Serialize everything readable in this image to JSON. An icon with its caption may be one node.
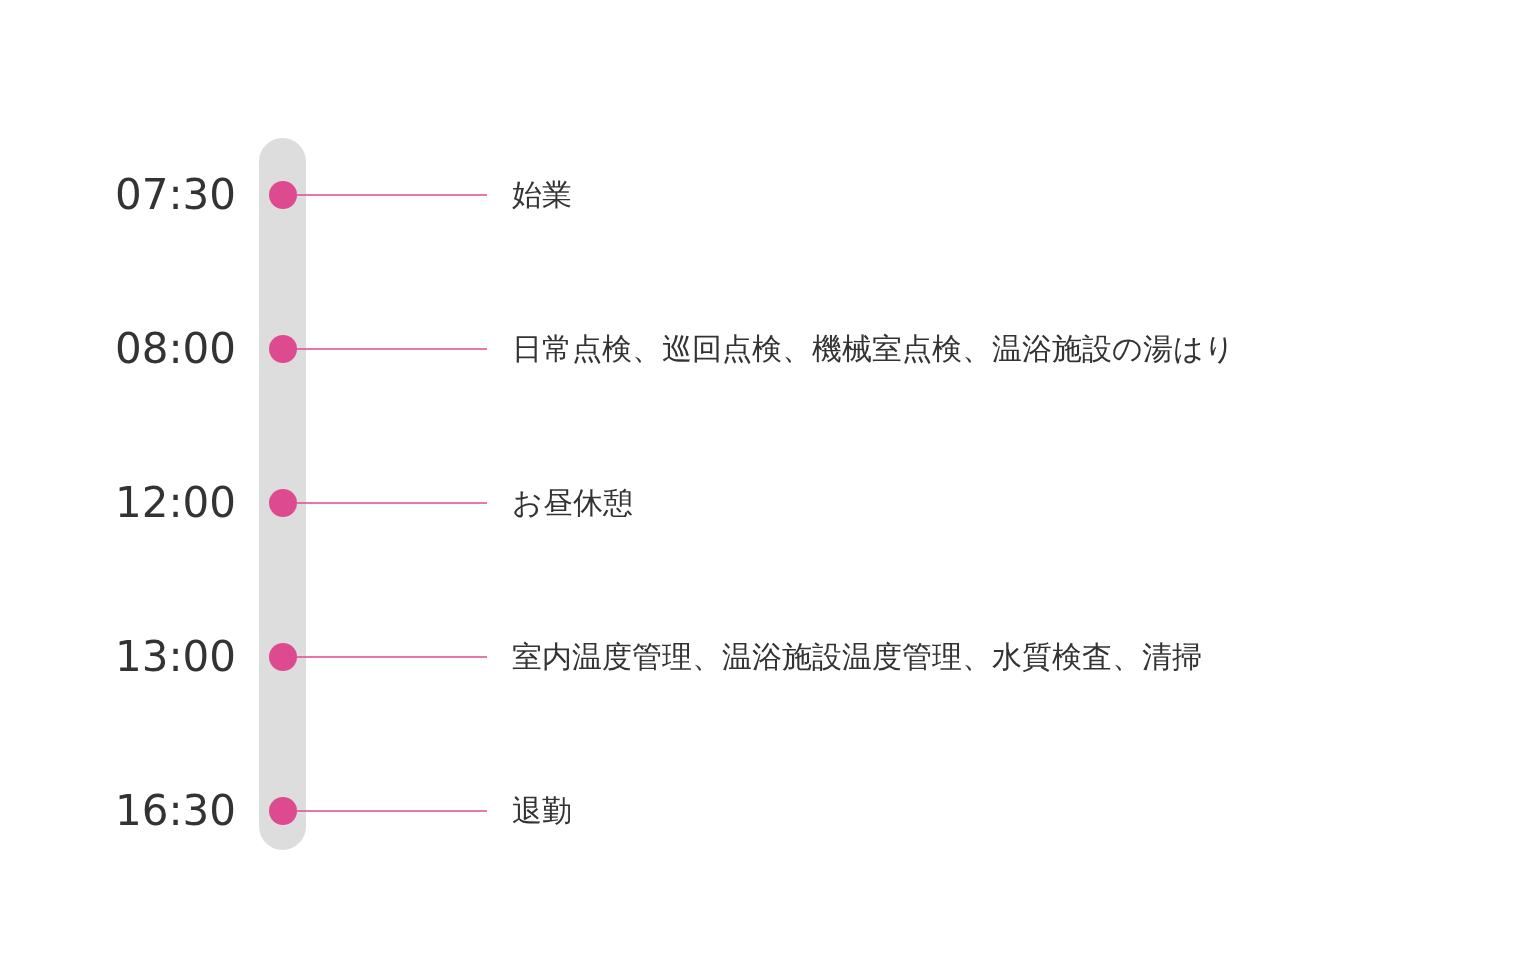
{
  "diagram": {
    "nodes": [
      {
        "text": [],
        "shape": "circle",
        "beside": [
          "07:30"
        ]
      },
      {
        "text": [
          "始業"
        ]
      },
      {
        "text": [],
        "shape": "circle",
        "beside": [
          "08:00"
        ]
      },
      {
        "text": [
          "日常点検、巡回点検、機械室点検、温浴施設の湯はり"
        ]
      },
      {
        "text": [],
        "shape": "circle",
        "beside": [
          "12:00"
        ]
      },
      {
        "text": [
          "お昼休憩"
        ]
      },
      {
        "text": [],
        "shape": "circle",
        "beside": [
          "13:00"
        ]
      },
      {
        "text": [
          "室内温度管理、温浴施設温度管理、水質検査、清掃"
        ]
      },
      {
        "text": [],
        "shape": "circle",
        "beside": [
          "16:30"
        ]
      },
      {
        "text": [
          "退勤"
        ]
      }
    ],
    "edges": [
      {
        "from": 0,
        "to": 1,
        "arrow": "none"
      },
      {
        "from": 2,
        "to": 3,
        "arrow": "none"
      },
      {
        "from": 4,
        "to": 5,
        "arrow": "none"
      },
      {
        "from": 6,
        "to": 7,
        "arrow": "none"
      },
      {
        "from": 8,
        "to": 9,
        "arrow": "none"
      }
    ]
  }
}
